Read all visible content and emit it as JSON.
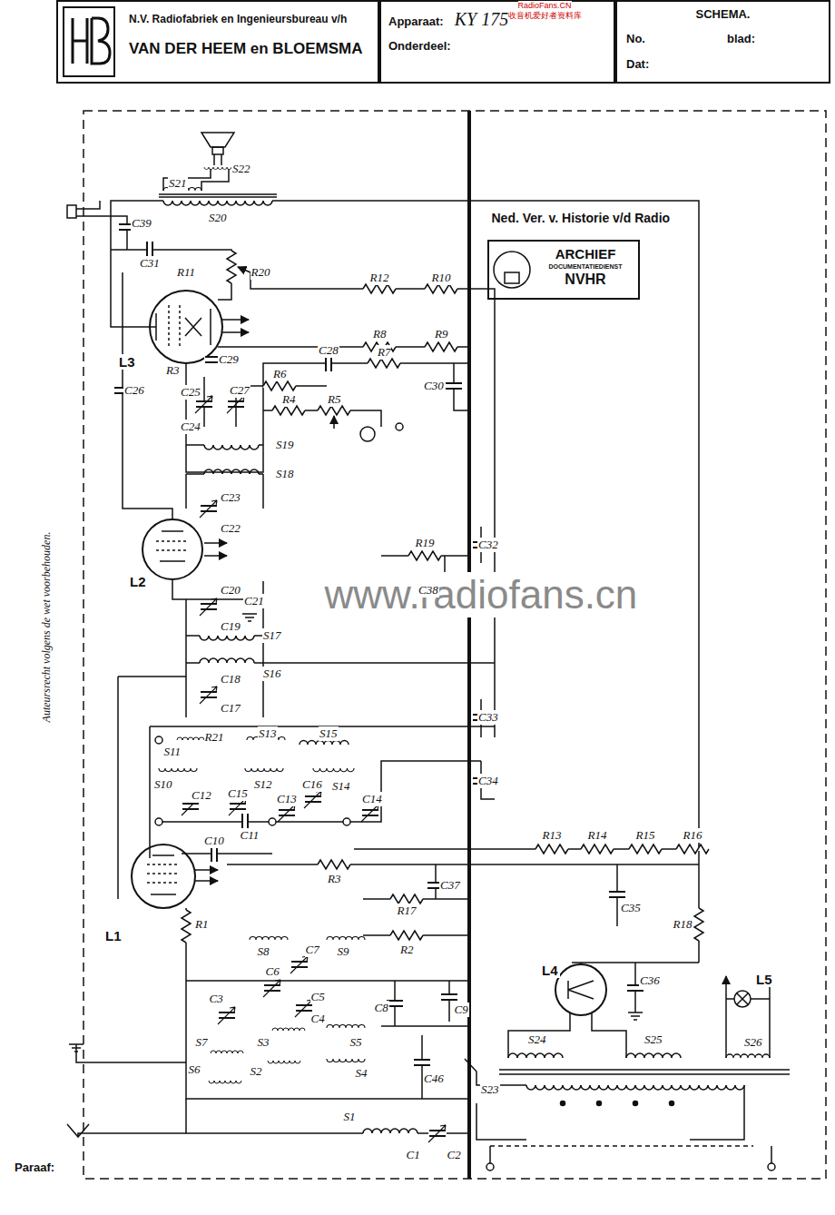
{
  "diagram": {
    "nodes": [
      {
        "text": [
          "N.V. Radiofabriek en Ingenieursbureau v/h",
          "VAN DER HEEM en BLOEMSMA"
        ]
      },
      {
        "text": [
          "Apparaat:",
          "KY 175",
          "Onderdeel:"
        ]
      },
      {
        "text": [
          "SCHEMA.",
          "No.",
          "blad:",
          "Dat:"
        ]
      },
      {
        "text": [
          "ARCHIEF",
          "DOCUMENTATIEDIENST",
          "NVHR"
        ]
      }
    ],
    "labels": [
      "RadioFans.CN",
      "收音机爱好者资料库",
      "Ned. Ver. v. Historie v/d Radio",
      "www.radiofans.cn",
      "Auteursrecht volgens de wet voorbehouden.",
      "Paraaf:",
      "S22",
      "S21",
      "S20",
      "C39",
      "C31",
      "R11",
      "R20",
      "R12",
      "R10",
      "L3",
      "R3",
      "C29",
      "R8",
      "R9",
      "C26",
      "C25",
      "C27",
      "R6",
      "C28",
      "R7",
      "C30",
      "C24",
      "R4",
      "R5",
      "S19",
      "S18",
      "C23",
      "C22",
      "L2",
      "R19",
      "C32",
      "C38",
      "C20",
      "C21",
      "C19",
      "S17",
      "S16",
      "C18",
      "C17",
      "S11",
      "R21",
      "S13",
      "S15",
      "C33",
      "S10",
      "C12",
      "S12",
      "C15",
      "C13",
      "C16",
      "S14",
      "C14",
      "C34",
      "C11",
      "C10",
      "R13",
      "R14",
      "R15",
      "R16",
      "L1",
      "R3",
      "C37",
      "R17",
      "C35",
      "R18",
      "R1",
      "S8",
      "C7",
      "S9",
      "C6",
      "R2",
      "C3",
      "C5",
      "C8",
      "C9",
      "C36",
      "L4",
      "L5",
      "C4",
      "S3",
      "S5",
      "S7",
      "S6",
      "S2",
      "S4",
      "C46",
      "S1",
      "C1",
      "C2",
      "S23",
      "S24",
      "S25",
      "S26"
    ]
  }
}
